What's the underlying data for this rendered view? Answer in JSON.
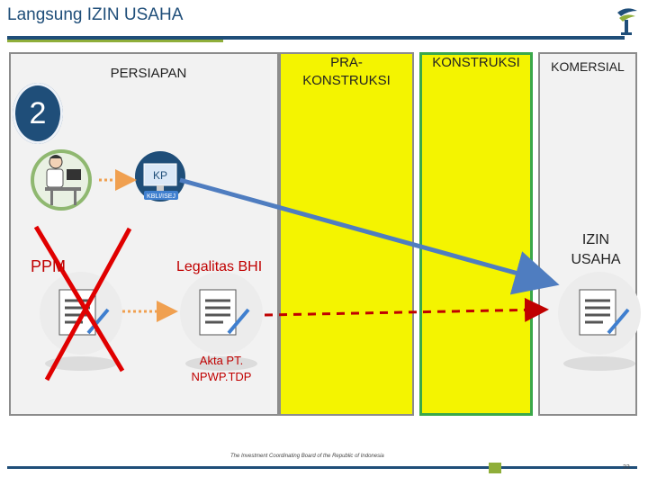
{
  "header": {
    "title": "Langsung IZIN USAHA"
  },
  "stages": {
    "persiapan": "PERSIAPAN",
    "prakonstruksi_line1": "PRA-",
    "prakonstruksi_line2": "KONSTRUKSI",
    "konstruksi": "KONSTRUKSI",
    "komersial": "KOMERSIAL"
  },
  "step_number": "2",
  "labels": {
    "ipkm": "PPM",
    "legalitas": "Legalitas BHI",
    "izin_usaha_line1": "IZIN",
    "izin_usaha_line2": "USAHA",
    "akta_line1": "Akta PT.",
    "akta_line2": "NPWP.TDP",
    "kbli_badge": "KBLI/ISEJ"
  },
  "footer": {
    "text": "The Investment Coordinating Board of the Republic of Indonesia",
    "page": "33"
  },
  "colors": {
    "primary": "#1f4e79",
    "accent_green": "#8fae3a",
    "stage_yellow": "#f4f400",
    "cross_red": "#e00000",
    "dashed_red": "#c00000",
    "arrow_blue": "#4f7dc0"
  },
  "icons": [
    "bkpm-logo-icon",
    "person-at-computer-icon",
    "kbli-monitor-icon",
    "document-pen-icon",
    "red-x-icon"
  ]
}
